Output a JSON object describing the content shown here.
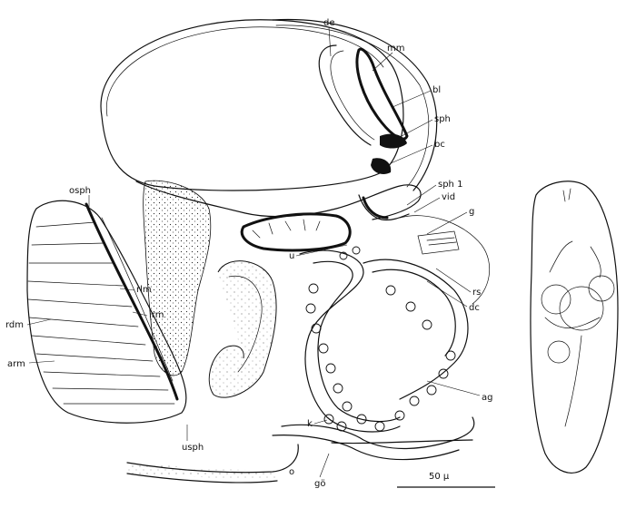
{
  "labels": {
    "de": "de",
    "mm": "mm",
    "bl": "bl",
    "sph": "sph",
    "bc": "bc",
    "sph1": "sph 1",
    "vid": "vid",
    "g": "g",
    "osph": "osph",
    "u": "u",
    "rs": "rs",
    "dc": "dc",
    "rlm": "rlm",
    "irm": "irm",
    "rdm": "rdm",
    "arm": "arm",
    "usph": "usph",
    "k": "k",
    "ag": "ag",
    "o": "o",
    "go": "gö",
    "scale": "50 µ"
  }
}
